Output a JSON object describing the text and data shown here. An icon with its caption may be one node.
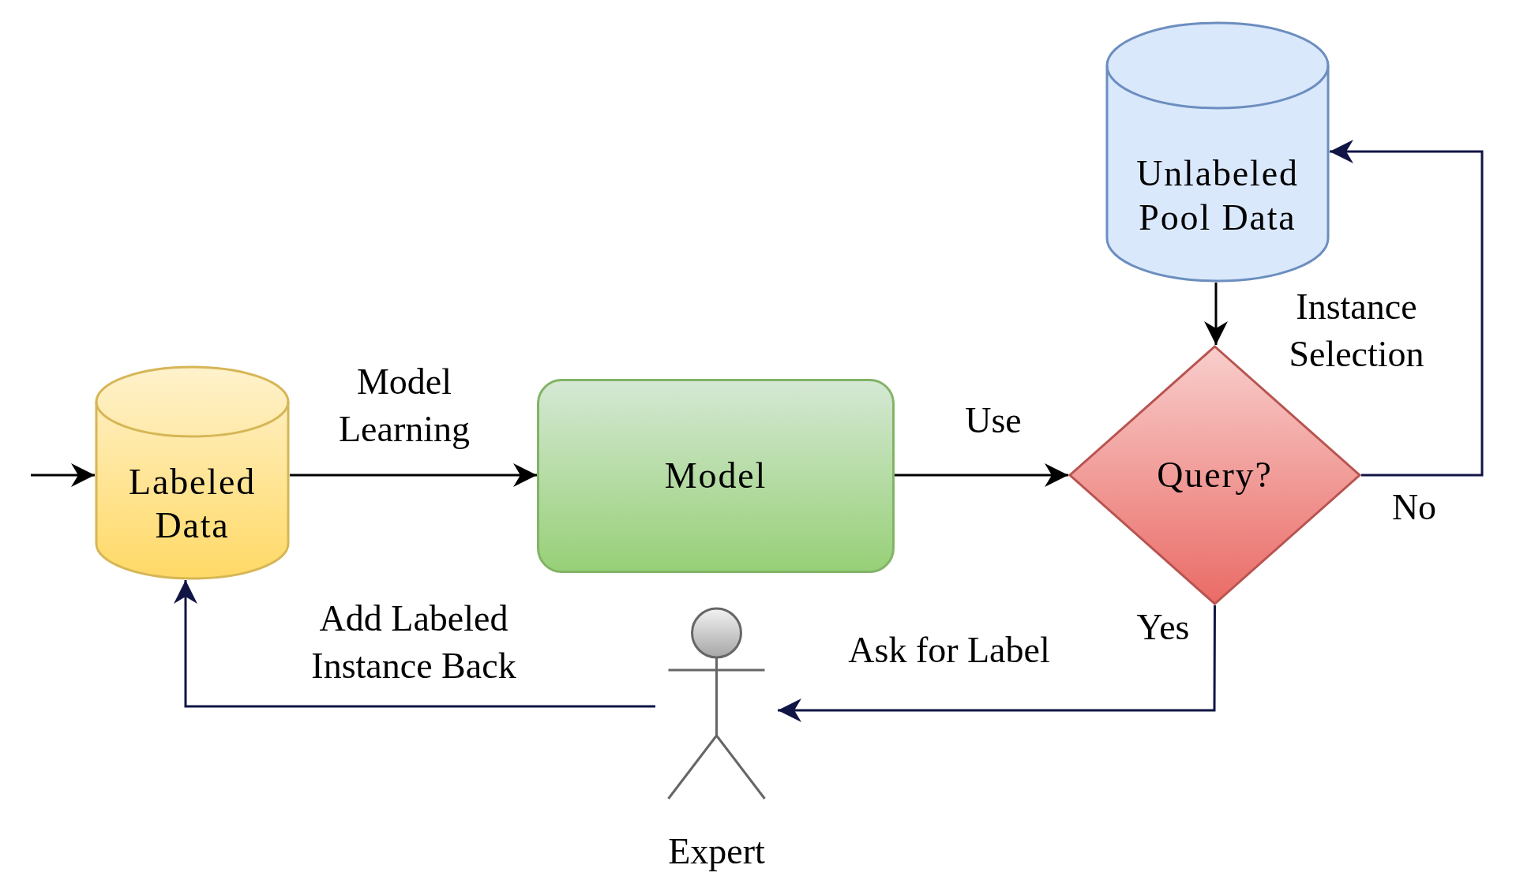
{
  "diagram": {
    "nodes": [
      {
        "text": [
          "Labeled Data"
        ]
      },
      {
        "text": [
          "Model"
        ]
      },
      {
        "text": [
          "Query?"
        ]
      },
      {
        "text": [
          "Unlabeled Pool Data"
        ]
      },
      {
        "text": [],
        "shape": "person",
        "beside": [
          "Expert"
        ]
      }
    ],
    "edges": [
      {
        "from": null,
        "to": 0,
        "arrow": "to"
      },
      {
        "from": 0,
        "to": 1,
        "arrow": "to",
        "label": "Model Learning"
      },
      {
        "from": 1,
        "to": 2,
        "arrow": "to",
        "label": "Use"
      },
      {
        "from": 3,
        "to": 2,
        "arrow": "to",
        "label": "Instance Selection"
      },
      {
        "from": 2,
        "to": 3,
        "arrow": "to",
        "label": "No",
        "color": "#101545"
      },
      {
        "from": 2,
        "to": 4,
        "arrow": "to",
        "label": "Yes",
        "color": "#101545"
      },
      {
        "from": 4,
        "to": 0,
        "arrow": "to",
        "label": "Add Labeled Instance Back",
        "color": "#101545"
      }
    ],
    "labels": [
      "Ask for Label"
    ]
  }
}
